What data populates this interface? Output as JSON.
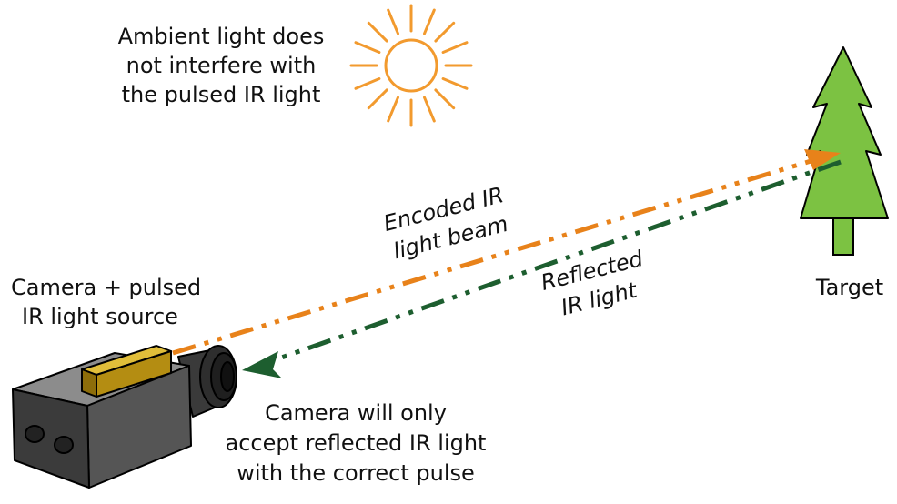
{
  "labels": {
    "ambient_line1": "Ambient light does",
    "ambient_line2": "not interfere with",
    "ambient_line3": "the pulsed IR light",
    "encoded_line1": "Encoded IR",
    "encoded_line2": "light beam",
    "reflected_line1": "Reflected",
    "reflected_line2": "IR light",
    "camera_line1": "Camera + pulsed",
    "camera_line2": "IR light source",
    "accept_line1": "Camera will only",
    "accept_line2": "accept reflected IR light",
    "accept_line3": "with the correct pulse",
    "target": "Target"
  },
  "icons": {
    "sun": "sun-icon",
    "tree": "tree-icon",
    "camera": "camera-icon"
  },
  "colors": {
    "sun": "#f29a2e",
    "encoded_beam": "#e8821a",
    "reflected_beam": "#1d5e2f",
    "tree": "#7cc242",
    "ir_source": "#c9a21e",
    "camera_body": "#4a4a4a"
  }
}
